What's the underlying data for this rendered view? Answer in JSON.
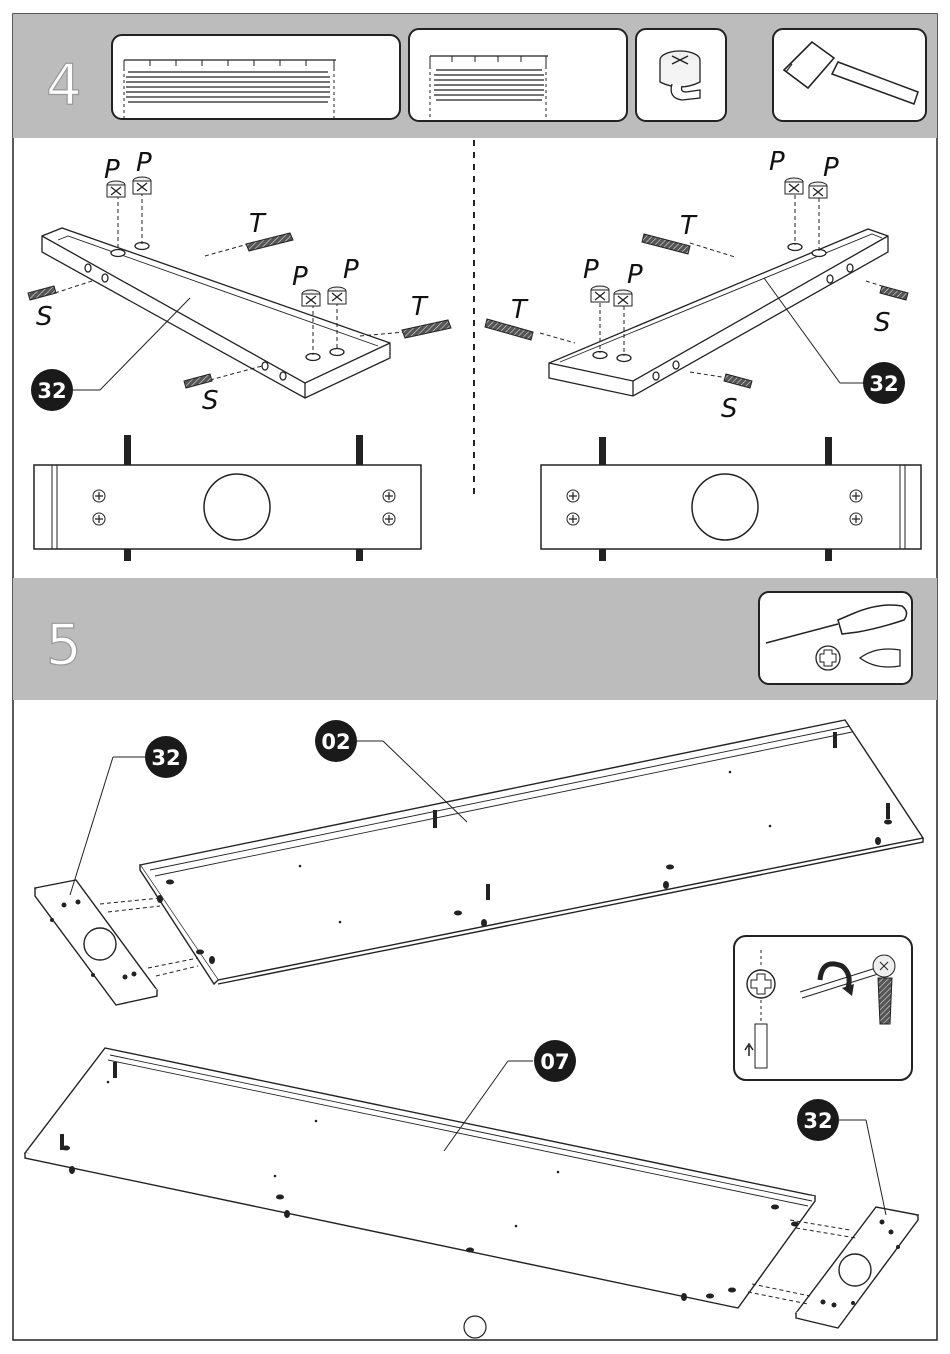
{
  "steps": [
    {
      "number": "4"
    },
    {
      "number": "5"
    }
  ],
  "parts": {
    "p": "P",
    "t": "T",
    "s": "S"
  },
  "panels": {
    "b32": "32",
    "b02": "02",
    "b07": "07"
  },
  "icons": [
    "dowel-pack-icon",
    "cam-lock-icon",
    "hammer-icon",
    "screwdriver-icon",
    "phillips-head-icon",
    "flat-head-icon",
    "cam-turn-detail-icon"
  ],
  "colors": {
    "banner": "#bcbcbc",
    "badge": "#1a1a1a",
    "line": "#111111"
  }
}
